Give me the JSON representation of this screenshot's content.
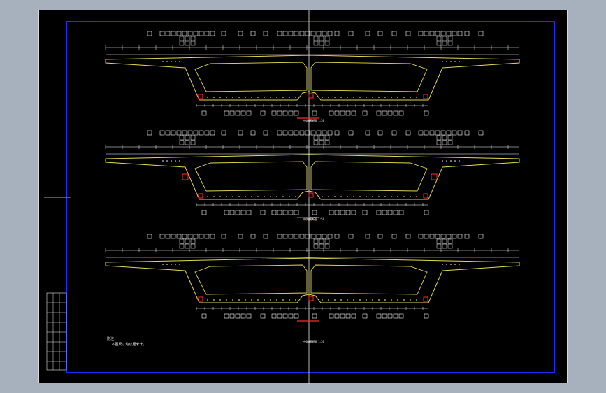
{
  "drawing": {
    "sections": [
      {
        "caption": "中跨横断面",
        "scale": "1:50"
      },
      {
        "caption": "中跨横断面",
        "scale": "1:50"
      },
      {
        "caption": "中跨横断面",
        "scale": "1:50"
      }
    ],
    "notes": {
      "title": "附注：",
      "line1": "1. 本图尺寸均以厘米计。"
    }
  },
  "colors": {
    "background": "#000000",
    "frame": "#1d2bff",
    "outline": "#e6d84a",
    "dim": "#ffffff",
    "rebar": "#ff2a2a",
    "gray": "#a7b0bd"
  }
}
